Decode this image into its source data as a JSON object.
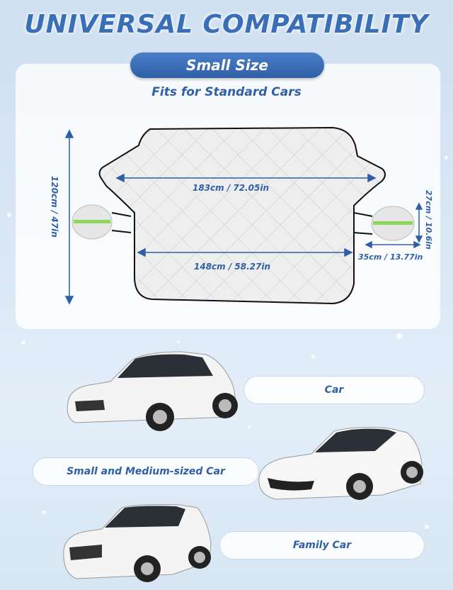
{
  "header": {
    "title": "UNIVERSAL COMPATIBILITY"
  },
  "size_section": {
    "size_label": "Small Size",
    "fits_label": "Fits for Standard Cars"
  },
  "dimensions": {
    "width_top": "183cm / 72.05in",
    "width_bottom": "148cm / 58.27in",
    "height": "120cm / 47in",
    "mirror_height": "27cm / 10.6in",
    "mirror_width": "35cm / 13.77in"
  },
  "car_types": [
    {
      "label": "Car"
    },
    {
      "label": "Small and Medium-sized Car"
    },
    {
      "label": "Family Car"
    }
  ],
  "colors": {
    "accent": "#2f5fa6",
    "title": "#3a6fb8",
    "pill_bg": "#ffffff"
  }
}
